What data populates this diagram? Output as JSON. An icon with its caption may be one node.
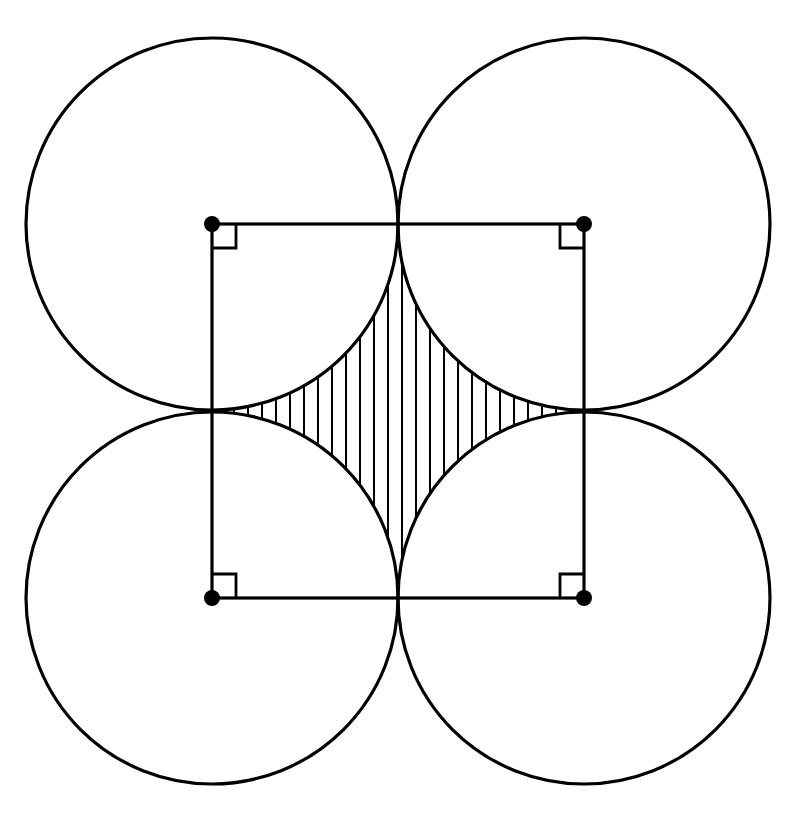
{
  "diagram": {
    "nodes": [
      {
        "text": [],
        "shape": "circle"
      },
      {
        "text": [],
        "shape": "circle"
      },
      {
        "text": [],
        "shape": "circle"
      },
      {
        "text": [],
        "shape": "circle"
      },
      {
        "text": [],
        "shape": "box"
      }
    ]
  }
}
